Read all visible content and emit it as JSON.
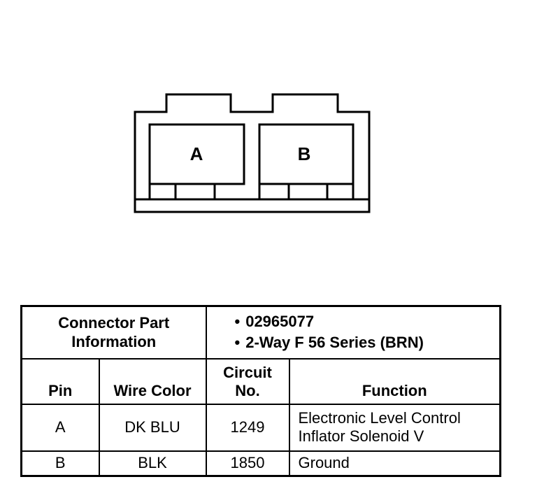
{
  "connector": {
    "cavities": [
      "A",
      "B"
    ]
  },
  "table": {
    "part_info_label_line1": "Connector Part",
    "part_info_label_line2": "Information",
    "part_items": [
      "02965077",
      "2-Way F 56 Series (BRN)"
    ],
    "headers": {
      "pin": "Pin",
      "wire_color": "Wire Color",
      "circuit_line1": "Circuit",
      "circuit_line2": "No.",
      "function": "Function"
    },
    "rows": [
      {
        "pin": "A",
        "wire_color": "DK BLU",
        "circuit": "1249",
        "function_line1": "Electronic Level Control",
        "function_line2": "Inflator Solenoid V"
      },
      {
        "pin": "B",
        "wire_color": "BLK",
        "circuit": "1850",
        "function_line1": "Ground",
        "function_line2": ""
      }
    ]
  }
}
